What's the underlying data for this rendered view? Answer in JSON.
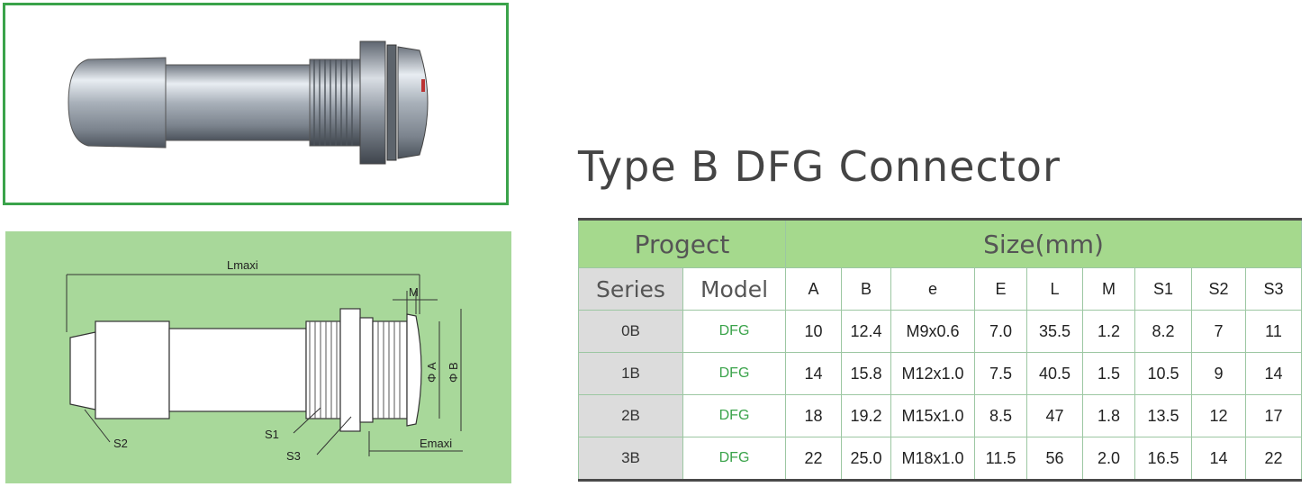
{
  "title": "Type B DFG Connector",
  "drawing": {
    "labels": {
      "lmaxi": "Lmaxi",
      "m": "M",
      "phi_a": "Φ A",
      "phi_b": "Φ B",
      "s1": "S1",
      "s2": "S2",
      "s3": "S3",
      "emaxi": "Emaxi"
    }
  },
  "table": {
    "header_group": {
      "project": "Progect",
      "size": "Size(mm)"
    },
    "columns": [
      "Series",
      "Model",
      "A",
      "B",
      "e",
      "E",
      "L",
      "M",
      "S1",
      "S2",
      "S3"
    ],
    "rows": [
      [
        "0B",
        "DFG",
        "10",
        "12.4",
        "M9x0.6",
        "7.0",
        "35.5",
        "1.2",
        "8.2",
        "7",
        "11"
      ],
      [
        "1B",
        "DFG",
        "14",
        "15.8",
        "M12x1.0",
        "7.5",
        "40.5",
        "1.5",
        "10.5",
        "9",
        "14"
      ],
      [
        "2B",
        "DFG",
        "18",
        "19.2",
        "M15x1.0",
        "8.5",
        "47",
        "1.8",
        "13.5",
        "12",
        "17"
      ],
      [
        "3B",
        "DFG",
        "22",
        "25.0",
        "M18x1.0",
        "11.5",
        "56",
        "2.0",
        "16.5",
        "14",
        "22"
      ]
    ]
  }
}
